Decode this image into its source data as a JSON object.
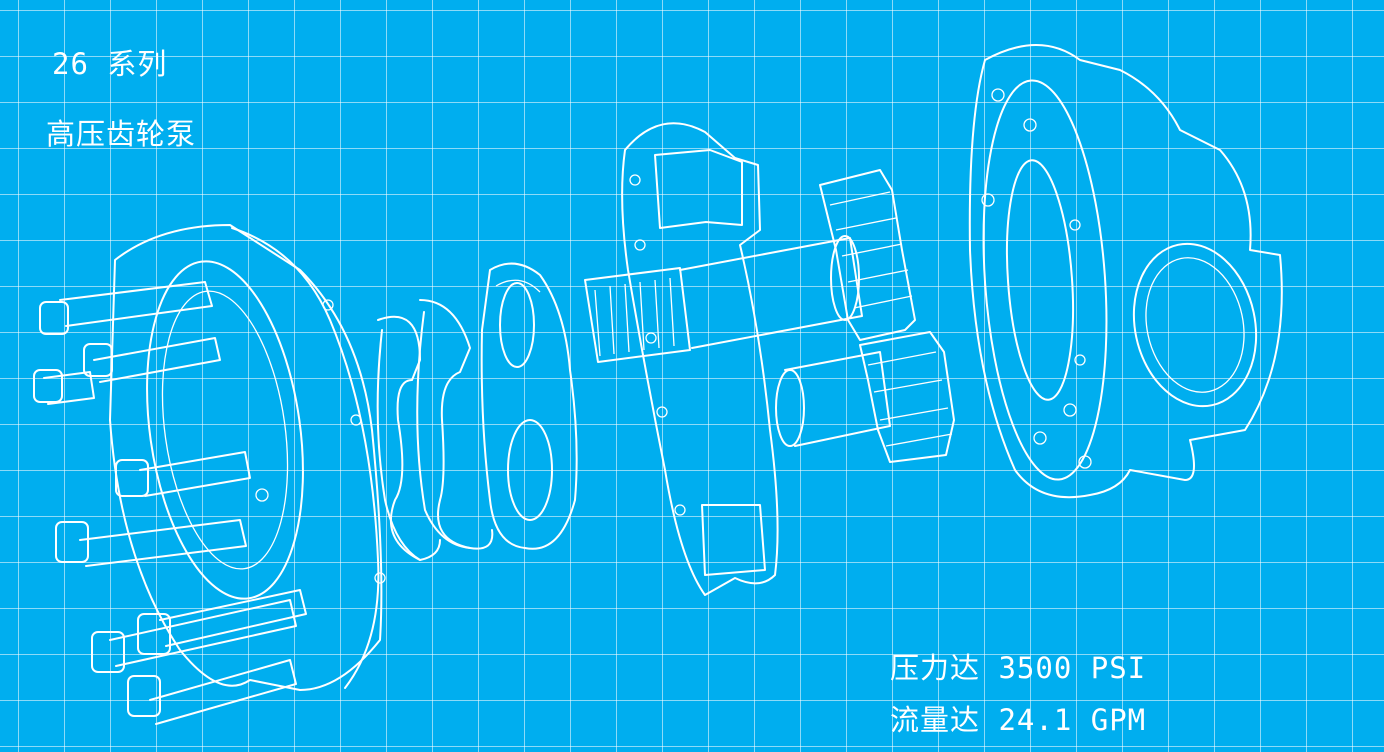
{
  "header": {
    "series": "26 系列",
    "product": "高压齿轮泵"
  },
  "specs": {
    "pressure": "压力达 3500 PSI",
    "flow": "流量达 24.1 GPM"
  },
  "colors": {
    "background": "#00aeef",
    "line": "#ffffff"
  },
  "illustration": {
    "icon": "exploded-gear-pump-icon"
  }
}
